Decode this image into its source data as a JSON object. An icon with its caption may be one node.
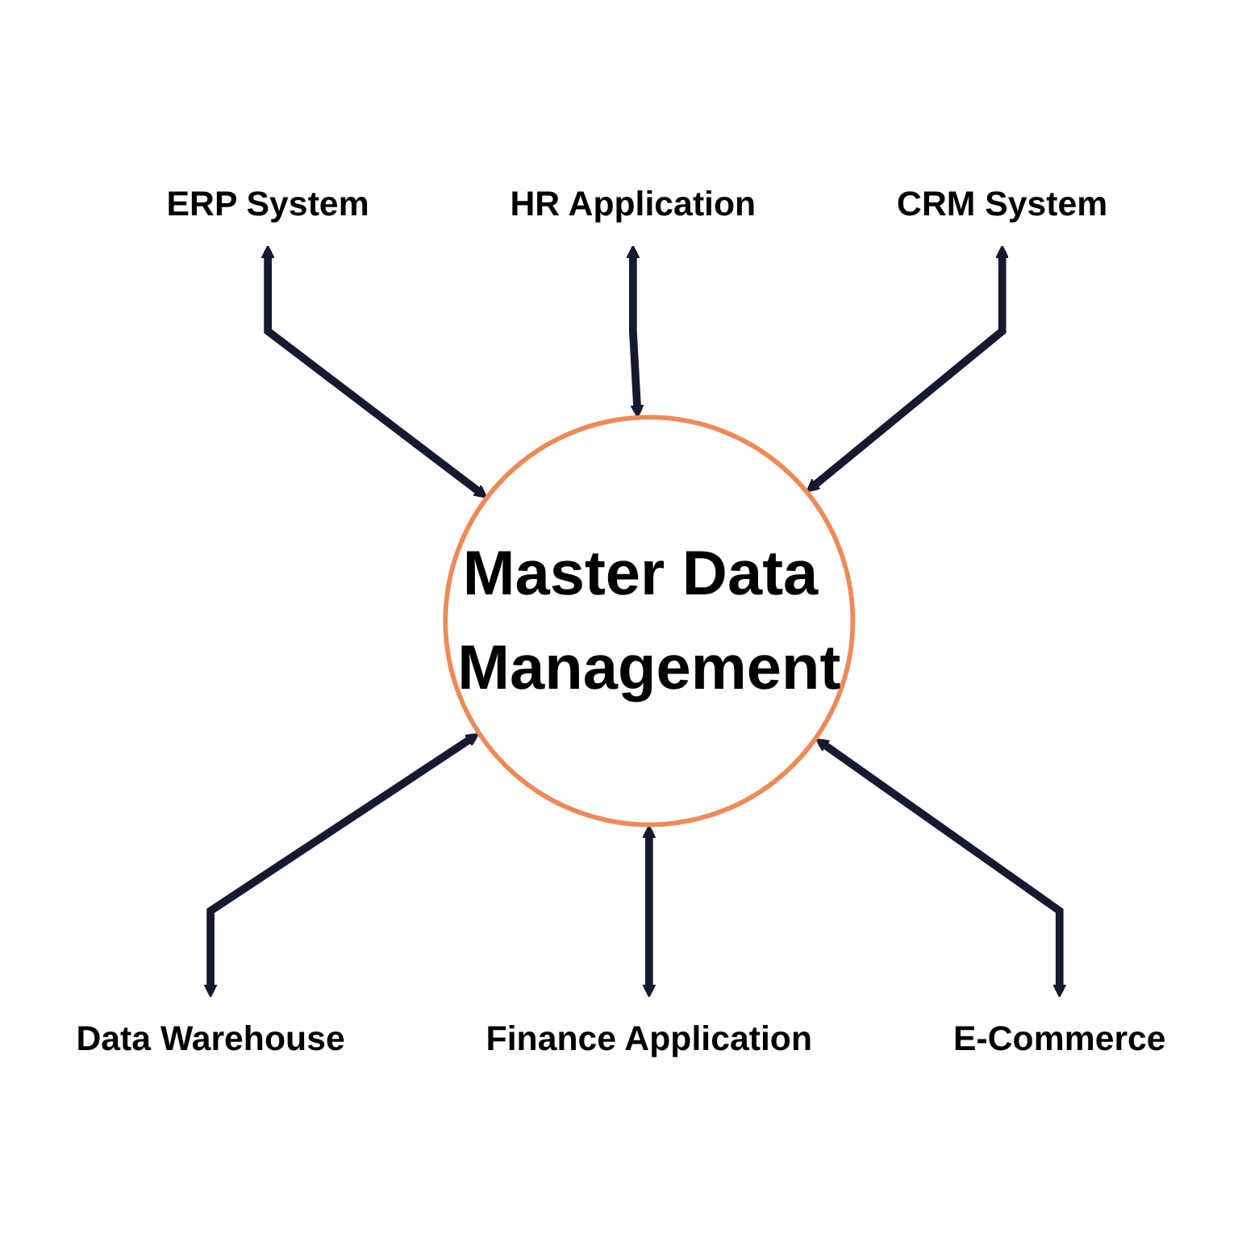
{
  "diagram": {
    "nodes": [
      {
        "text": [
          "ERP System"
        ]
      },
      {
        "text": [
          "HR Application"
        ]
      },
      {
        "text": [
          "CRM System"
        ]
      },
      {
        "text": [
          "Master Data Management"
        ]
      },
      {
        "text": [
          "Data Warehouse"
        ]
      },
      {
        "text": [
          "Finance Application"
        ]
      },
      {
        "text": [
          "E-Commerce"
        ]
      }
    ],
    "edges": [
      {
        "from": 0,
        "to": 3,
        "arrow": "both"
      },
      {
        "from": 1,
        "to": 3,
        "arrow": "both"
      },
      {
        "from": 2,
        "to": 3,
        "arrow": "both"
      },
      {
        "from": 3,
        "to": 4,
        "arrow": "both"
      },
      {
        "from": 3,
        "to": 5,
        "arrow": "both"
      },
      {
        "from": 3,
        "to": 6,
        "arrow": "both"
      }
    ]
  }
}
